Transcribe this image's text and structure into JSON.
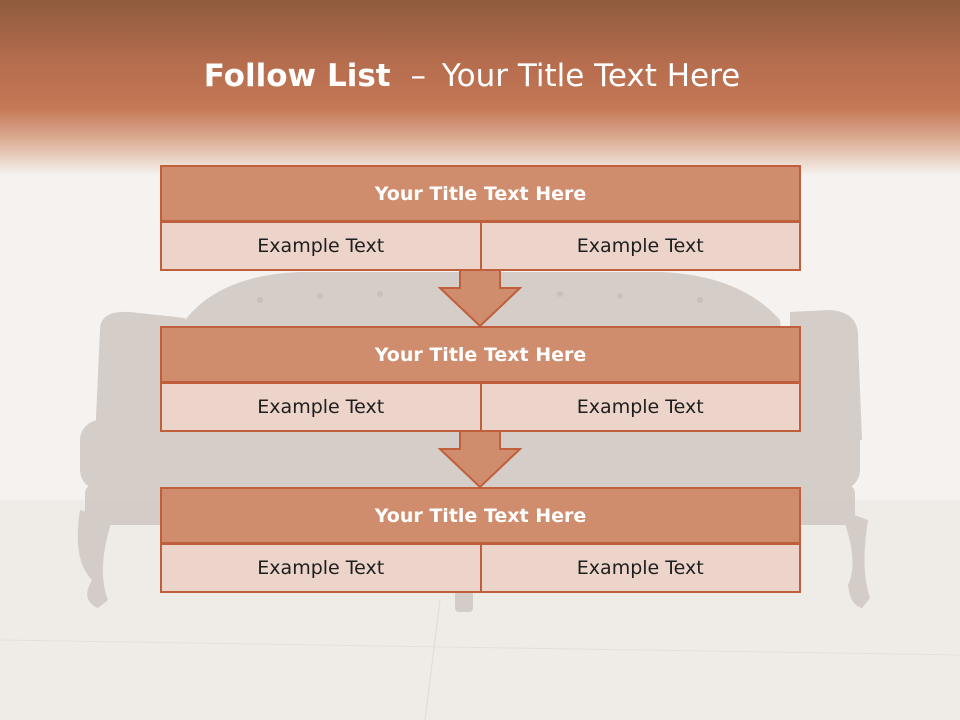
{
  "title": {
    "bold": "Follow List",
    "dash": "–",
    "rest": "Your Title Text Here"
  },
  "blocks": [
    {
      "title": "Your Title Text Here",
      "left": "Example Text",
      "right": "Example Text"
    },
    {
      "title": "Your Title Text Here",
      "left": "Example Text",
      "right": "Example Text"
    },
    {
      "title": "Your Title Text Here",
      "left": "Example Text",
      "right": "Example Text"
    }
  ],
  "colors": {
    "accent": "#c05f3b",
    "title_fill": "#cf8d6d",
    "cell_fill": "#ecd4ca",
    "header": "#b56d4e"
  },
  "background": {
    "icon": "tufted-leather-sofa-photo"
  }
}
